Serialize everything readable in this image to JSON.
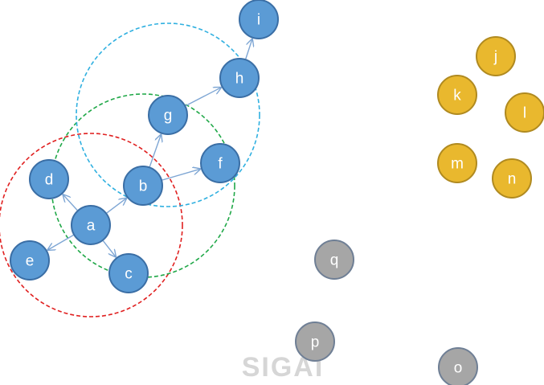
{
  "colors": {
    "blue_fill": "#5b9bd5",
    "blue_stroke": "#3a6ea5",
    "yellow_fill": "#e9b82e",
    "yellow_stroke": "#b08a20",
    "gray_fill": "#a6a6a6",
    "gray_stroke": "#6f7f95",
    "edge": "#7ea6d4",
    "circle_red": "#e02020",
    "circle_green": "#20a848",
    "circle_cyan": "#30b0e0"
  },
  "nodes": [
    {
      "id": "a",
      "label": "a",
      "group": "blue"
    },
    {
      "id": "b",
      "label": "b",
      "group": "blue"
    },
    {
      "id": "c",
      "label": "c",
      "group": "blue"
    },
    {
      "id": "d",
      "label": "d",
      "group": "blue"
    },
    {
      "id": "e",
      "label": "e",
      "group": "blue"
    },
    {
      "id": "f",
      "label": "f",
      "group": "blue"
    },
    {
      "id": "g",
      "label": "g",
      "group": "blue"
    },
    {
      "id": "h",
      "label": "h",
      "group": "blue"
    },
    {
      "id": "i",
      "label": "i",
      "group": "blue"
    },
    {
      "id": "j",
      "label": "j",
      "group": "yellow"
    },
    {
      "id": "k",
      "label": "k",
      "group": "yellow"
    },
    {
      "id": "l",
      "label": "l",
      "group": "yellow"
    },
    {
      "id": "m",
      "label": "m",
      "group": "yellow"
    },
    {
      "id": "n",
      "label": "n",
      "group": "yellow"
    },
    {
      "id": "o",
      "label": "o",
      "group": "gray"
    },
    {
      "id": "p",
      "label": "p",
      "group": "gray"
    },
    {
      "id": "q",
      "label": "q",
      "group": "gray"
    }
  ],
  "edges": [
    {
      "from": "a",
      "to": "d"
    },
    {
      "from": "a",
      "to": "e"
    },
    {
      "from": "a",
      "to": "c"
    },
    {
      "from": "a",
      "to": "b"
    },
    {
      "from": "b",
      "to": "g"
    },
    {
      "from": "b",
      "to": "f"
    },
    {
      "from": "g",
      "to": "h"
    },
    {
      "from": "h",
      "to": "i"
    }
  ],
  "neighborhoods": [
    {
      "center": "a",
      "color": "circle_red"
    },
    {
      "center": "b",
      "color": "circle_green"
    },
    {
      "center": "g",
      "color": "circle_cyan"
    }
  ],
  "watermark": {
    "text": "SIGAI"
  }
}
